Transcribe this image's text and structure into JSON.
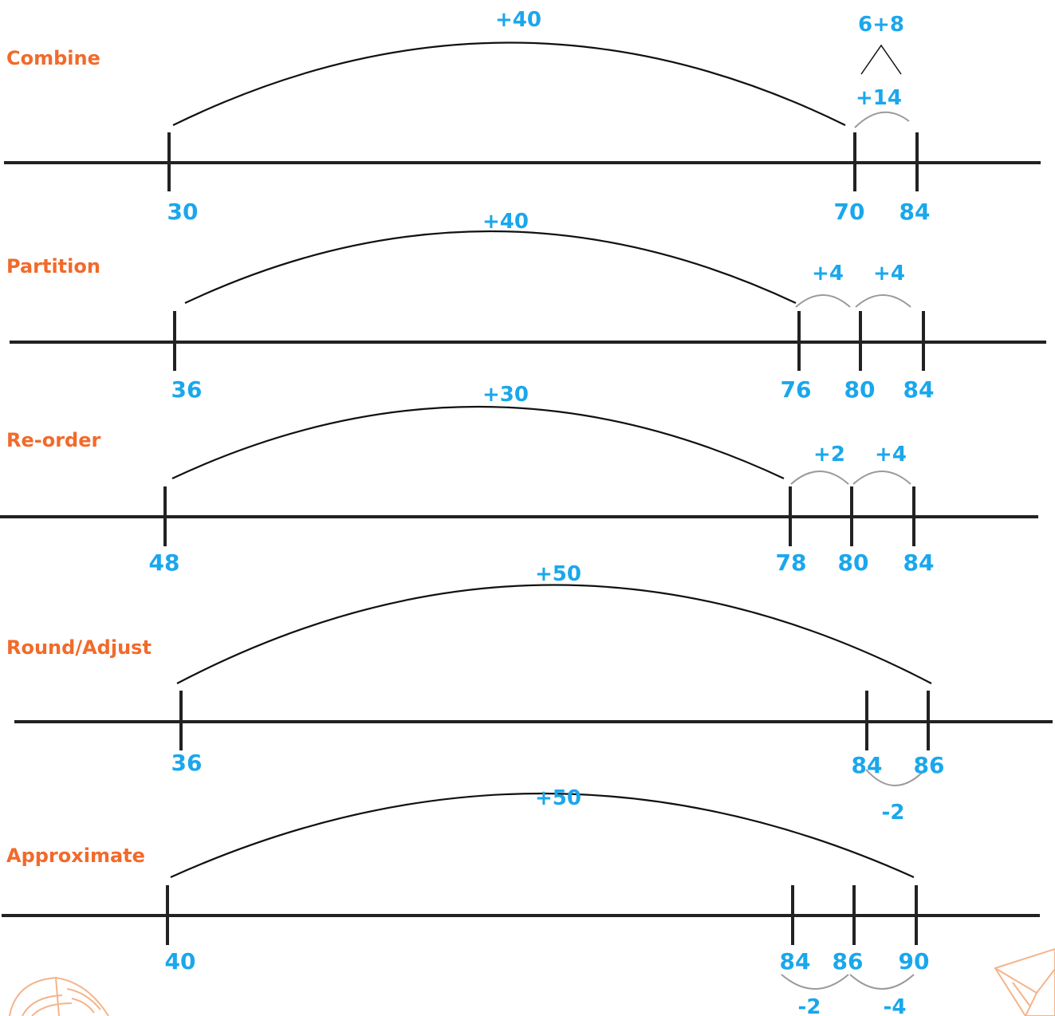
{
  "rows": [
    {
      "title": "Combine",
      "ticks": [
        "30",
        "70",
        "84"
      ],
      "jumps": [
        "+40",
        "+14"
      ],
      "split": "6+8"
    },
    {
      "title": "Partition",
      "ticks": [
        "36",
        "76",
        "80",
        "84"
      ],
      "jumps": [
        "+40",
        "+4",
        "+4"
      ]
    },
    {
      "title": "Re-order",
      "ticks": [
        "48",
        "78",
        "80",
        "84"
      ],
      "jumps": [
        "+30",
        "+2",
        "+4"
      ]
    },
    {
      "title": "Round/Adjust",
      "ticks": [
        "36",
        "84",
        "86"
      ],
      "jumps": [
        "+50",
        "-2"
      ]
    },
    {
      "title": "Approximate",
      "ticks": [
        "40",
        "84",
        "86",
        "90"
      ],
      "jumps": [
        "+50",
        "-2",
        "-4"
      ]
    }
  ],
  "colors": {
    "title": "#f26a2a",
    "number": "#1aa7ec",
    "line": "#222222",
    "small_arc": "#9a9a9a"
  },
  "icons": [
    "open-book-icon",
    "paper-plane-icon"
  ]
}
